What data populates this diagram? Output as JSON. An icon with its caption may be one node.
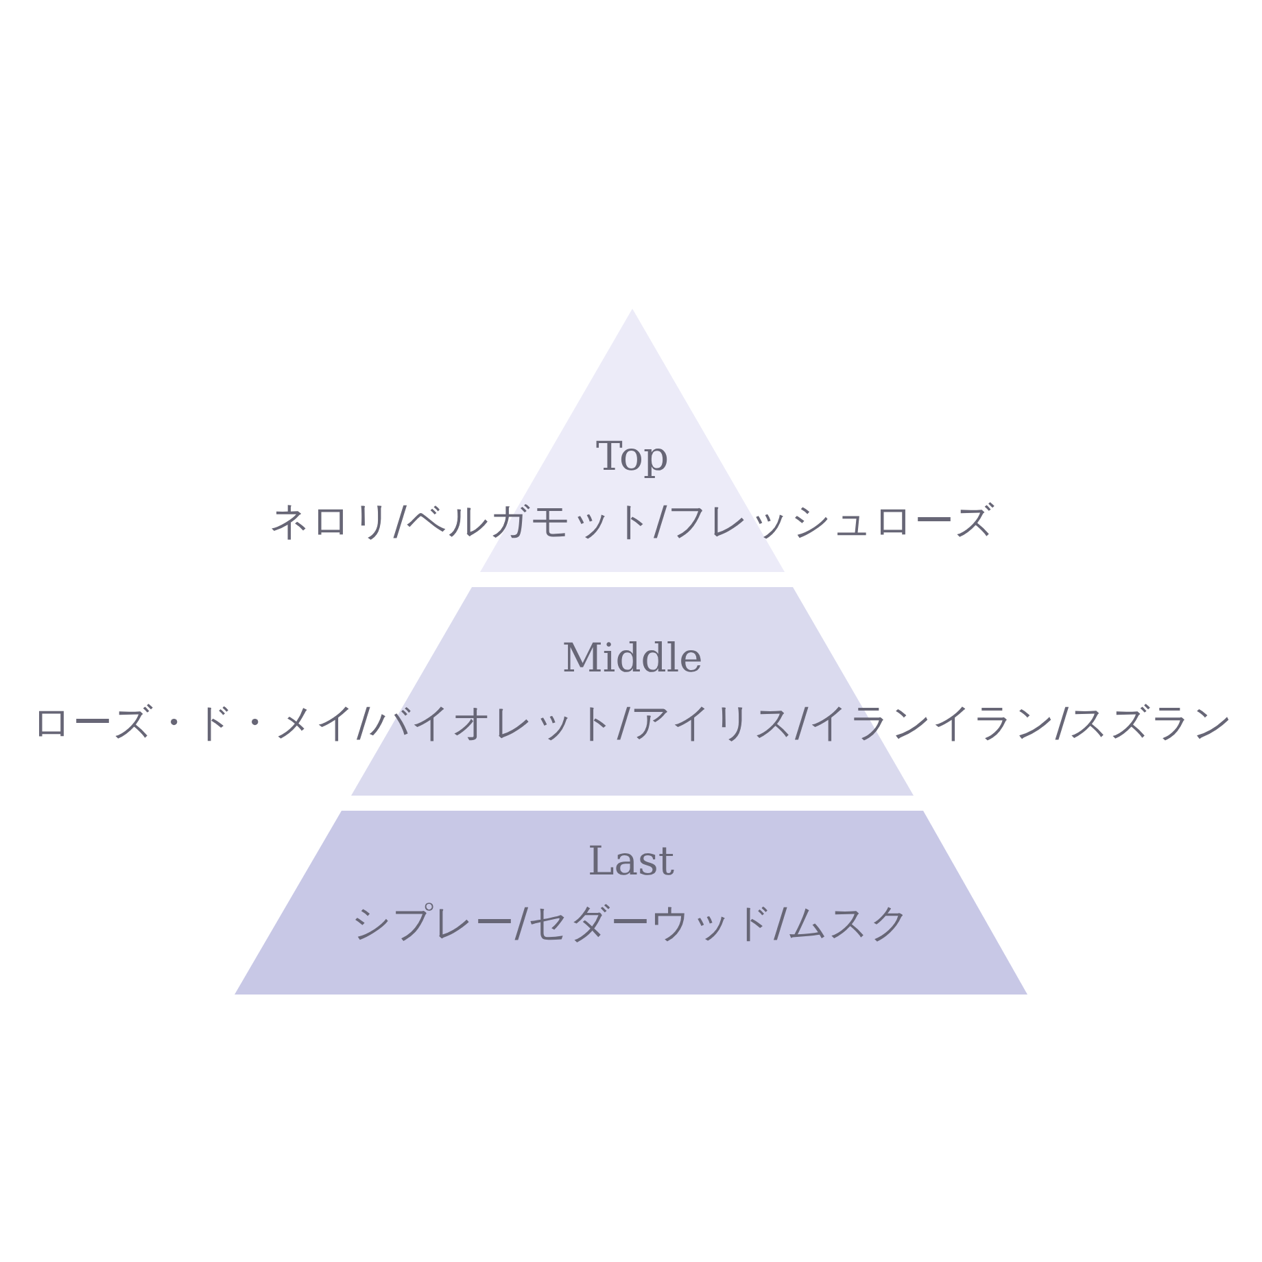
{
  "diagram": {
    "nodes": [
      {
        "text": [
          "Top",
          "ネロリ/ベルガモット/フレッシュローズ"
        ]
      },
      {
        "text": [
          "Middle",
          "ローズ・ド・メイ/バイオレット/アイリス/イランイラン/スズラン"
        ]
      },
      {
        "text": [
          "Last",
          "シプレー/セダーウッド/ムスク"
        ]
      }
    ]
  }
}
